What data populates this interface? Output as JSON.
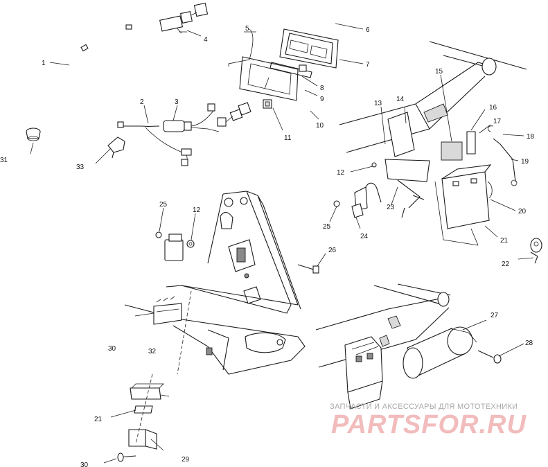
{
  "diagram": {
    "callouts": {
      "c1": "1",
      "c2": "2",
      "c3": "3",
      "c4": "4",
      "c5": "5",
      "c6": "6",
      "c7": "7",
      "c8": "8",
      "c9": "9",
      "c10": "10",
      "c11": "11",
      "c12a": "12",
      "c12b": "12",
      "c13": "13",
      "c14": "14",
      "c15": "15",
      "c16": "16",
      "c17": "17",
      "c18": "18",
      "c19": "19",
      "c20": "20",
      "c21a": "21",
      "c21b": "21",
      "c22": "22",
      "c23": "23",
      "c24": "24",
      "c25a": "25",
      "c25b": "25",
      "c26": "26",
      "c27": "27",
      "c28": "28",
      "c29": "29",
      "c30a": "30",
      "c30b": "30",
      "c31": "31",
      "c32": "32",
      "c33": "33"
    },
    "colors": {
      "line": "#1a1a1a",
      "watermark_text": "#a8a8a8",
      "watermark_logo": "#f2bcbc"
    }
  },
  "watermark": {
    "caption": "ЗАПЧАСТИ И АКСЕССУАРЫ ДЛЯ МОТОТЕХНИКИ",
    "logo": "PARTSFOR.RU"
  }
}
